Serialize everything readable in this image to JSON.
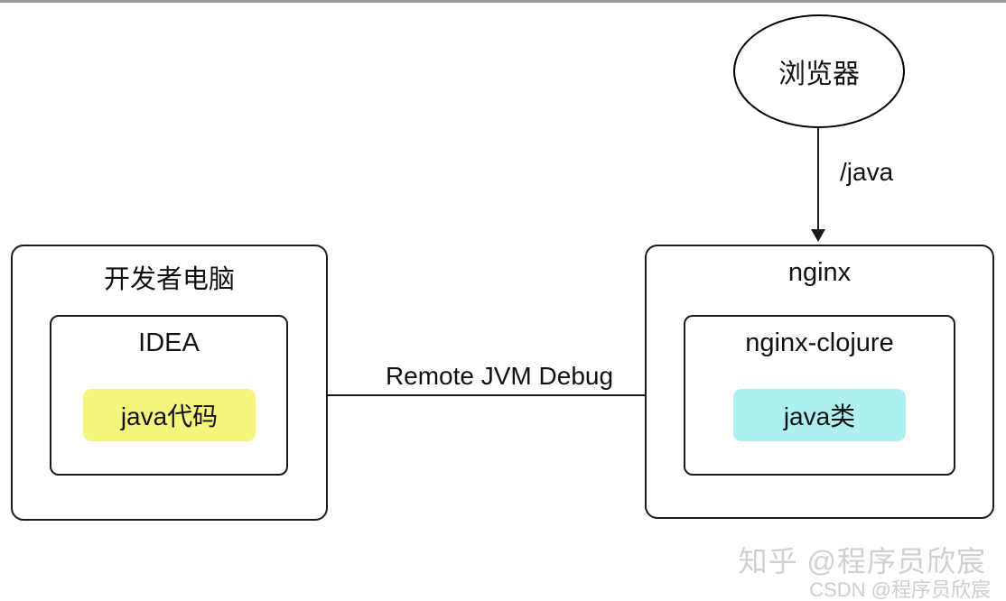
{
  "diagram": {
    "browser": {
      "label": "浏览器"
    },
    "request_arrow": {
      "label": "/java"
    },
    "developer_machine": {
      "title": "开发者电脑",
      "ide": {
        "title": "IDEA",
        "code_chip": "java代码"
      }
    },
    "debug_arrow": {
      "label": "Remote JVM Debug"
    },
    "server": {
      "title": "nginx",
      "module": {
        "title": "nginx-clojure",
        "class_chip": "java类"
      }
    },
    "colors": {
      "java_code_bg": "#f5f57d",
      "java_class_bg": "#aef0f1",
      "line": "#1a1a1a",
      "watermark": "#d0d0d0"
    }
  },
  "watermarks": {
    "zhihu": "知乎 @程序员欣宸",
    "csdn": "CSDN @程序员欣宸"
  }
}
